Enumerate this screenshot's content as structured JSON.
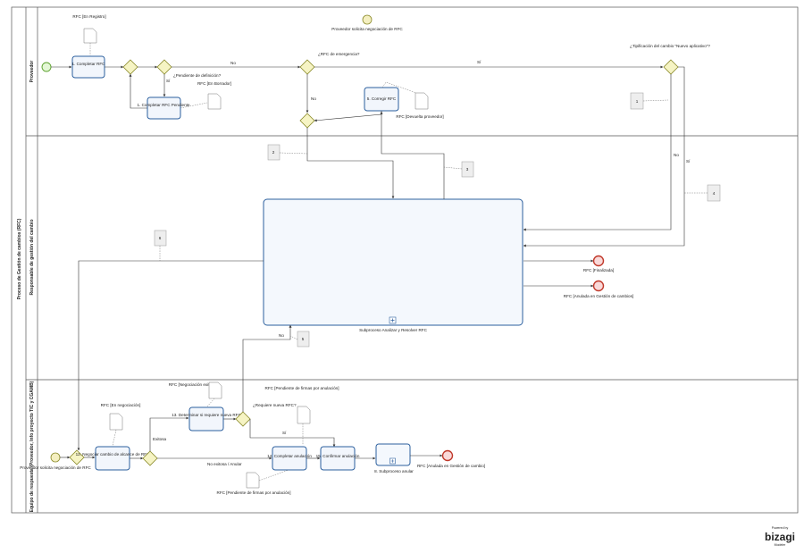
{
  "pool": {
    "title": "Proceso de Gestión de cambios (RFC)"
  },
  "lanes": [
    {
      "id": "proveedor",
      "label": "Proveedor"
    },
    {
      "id": "responsable",
      "label": "Responsable de gestión del cambio"
    },
    {
      "id": "equipo",
      "label": "Equipo de respuesta (Proveedor, Info proyecto TIC y CGAMB)"
    }
  ],
  "events": {
    "start1": {
      "label": ""
    },
    "msg_top": {
      "label": "Proveedor solicita negociación de RFC"
    },
    "msg_bottom": {
      "label": "Proveedor solicita negociación de RFC"
    },
    "end_finalizada": {
      "label": "RFC [Finalizada]"
    },
    "end_anulada1": {
      "label": "RFC [Anulada en Gestión de cambios]"
    },
    "end_anulada2": {
      "label": "RFC [Anulada en Gestión de cambio]"
    }
  },
  "tasks": {
    "t1": {
      "label": "1. Completar RFC"
    },
    "t1b": {
      "label": "1. Completar RFC Pendiente"
    },
    "t5": {
      "label": "5. Corregir RFC"
    },
    "t12": {
      "label": "12. Negociar cambio de alcance de RFC"
    },
    "t13": {
      "label": "13. Determinar si requiere nueva RFC"
    },
    "t14": {
      "label": "14. Completar anulación"
    },
    "t15": {
      "label": "15. Confirmar anulación"
    },
    "sub_main": {
      "label": "Subproceso Analizar y Resolver RFC"
    },
    "sub_small": {
      "label": "8. Subproceso anular"
    }
  },
  "gateways": {
    "g_pend": {
      "label": "¿Pendiente de definición?"
    },
    "g_emerg": {
      "label": "¿RFC de emergencia?"
    },
    "g_tipif": {
      "label": "¿Tipificación del cambio \"Nuevo aplicativo\"?"
    },
    "g_nueva": {
      "label": "¿Requiere nueva RFC?"
    }
  },
  "documents": {
    "d_registro": {
      "label": "RFC [En Registro]"
    },
    "d_borrador": {
      "label": "RFC [En Borrador]"
    },
    "d_devuelta": {
      "label": "RFC [Devuelta proveedor]"
    },
    "d_negociacion": {
      "label": "RFC [En negociación]"
    },
    "d_neg_exitosa": {
      "label": "RFC [Negociación exitosa]"
    },
    "d_pend_firma_top": {
      "label": "RFC [Pendiente de firmas por anulación]"
    },
    "d_pend_firma_bot": {
      "label": "RFC [Pendiente de firmas por anulación]"
    }
  },
  "flow_labels": {
    "no_pend": "Sí",
    "no_emerg": "No",
    "si_emerg": "Sí",
    "no_vert": "No",
    "no_tipif": "No",
    "si_tipif": "Sí",
    "exitosa": "Exitosa",
    "no_exitosa": "No exitosa / Anular",
    "no_nueva": "No",
    "si_nueva": "Sí"
  },
  "annotations": [
    "1",
    "2",
    "3",
    "4",
    "5",
    "6"
  ],
  "branding": {
    "powered": "Powered by",
    "name": "bizagi",
    "tag": "Modeler"
  }
}
